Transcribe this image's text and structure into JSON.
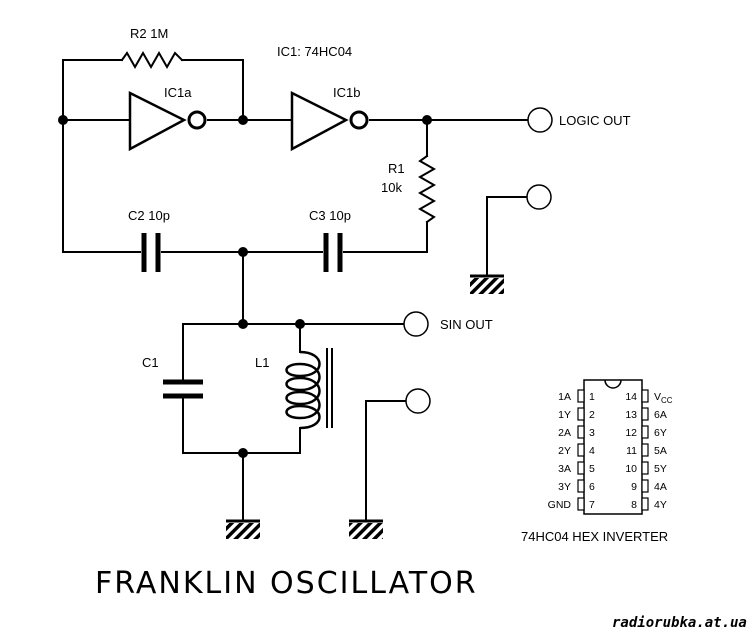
{
  "diagram": {
    "title": "FRANKLIN OSCILLATOR",
    "watermark": "radiorubka.at.ua",
    "ic_label": "IC1: 74HC04",
    "components": {
      "r2": "R2 1M",
      "ic1a": "IC1a",
      "ic1b": "IC1b",
      "r1_name": "R1",
      "r1_value": "10k",
      "c2": "C2 10p",
      "c3": "C3 10p",
      "c1": "C1",
      "l1": "L1"
    },
    "outputs": {
      "logic_out": "LOGIC OUT",
      "sin_out": "SIN OUT"
    },
    "chip": {
      "caption": "74HC04 HEX INVERTER",
      "left_pins": [
        {
          "name": "1A",
          "num": "1"
        },
        {
          "name": "1Y",
          "num": "2"
        },
        {
          "name": "2A",
          "num": "3"
        },
        {
          "name": "2Y",
          "num": "4"
        },
        {
          "name": "3A",
          "num": "5"
        },
        {
          "name": "3Y",
          "num": "6"
        },
        {
          "name": "GND",
          "num": "7"
        }
      ],
      "right_pins": [
        {
          "name": "V",
          "sub": "CC",
          "num": "14"
        },
        {
          "name": "6A",
          "num": "13"
        },
        {
          "name": "6Y",
          "num": "12"
        },
        {
          "name": "5A",
          "num": "11"
        },
        {
          "name": "5Y",
          "num": "10"
        },
        {
          "name": "4A",
          "num": "9"
        },
        {
          "name": "4Y",
          "num": "8"
        }
      ]
    }
  }
}
